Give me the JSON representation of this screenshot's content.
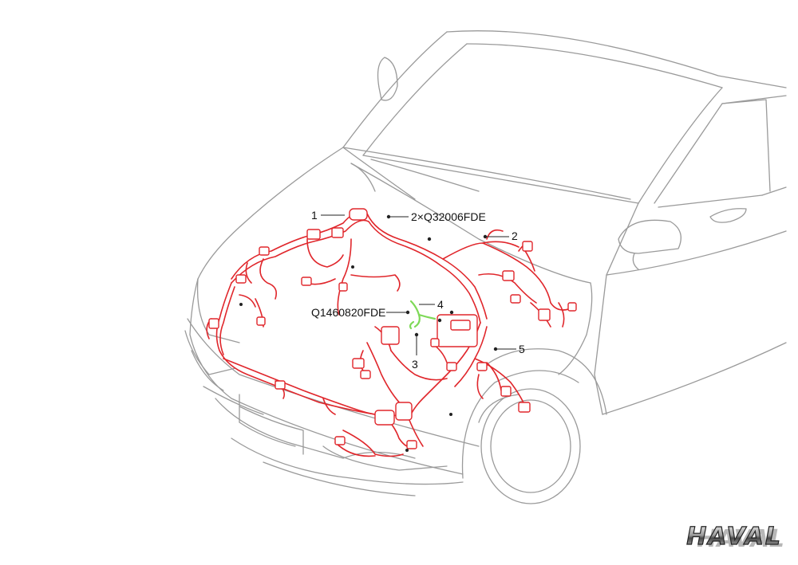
{
  "diagram": {
    "callouts": [
      {
        "label": "1"
      },
      {
        "label": "2×Q32006FDE"
      },
      {
        "label": "2"
      },
      {
        "label": "4"
      },
      {
        "label": "Q1460820FDE"
      },
      {
        "label": "3"
      },
      {
        "label": "5"
      }
    ],
    "brand_logo": "HAVAL",
    "colors": {
      "body_line": "#9a9a9a",
      "harness": "#e0262b",
      "highlight_part": "#7ed957",
      "callout_text": "#111111"
    }
  }
}
